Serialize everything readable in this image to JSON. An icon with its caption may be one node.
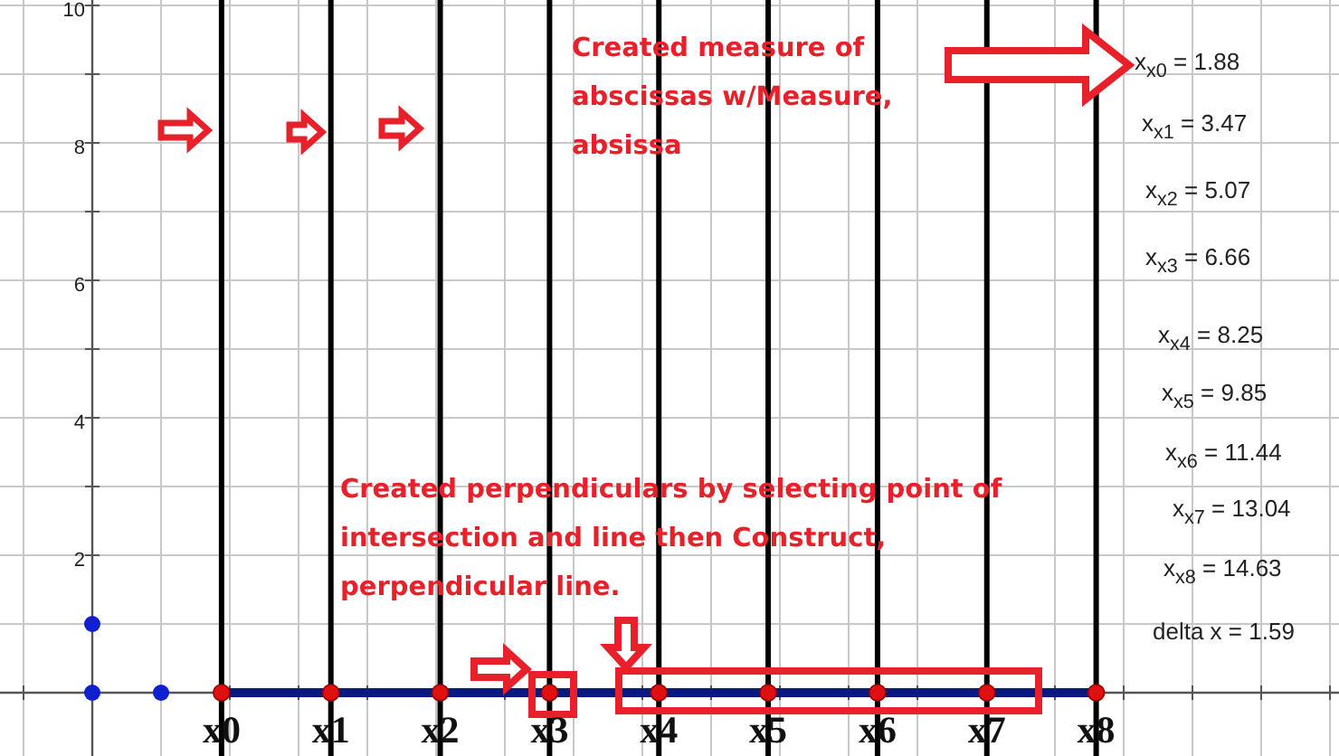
{
  "diagram": {
    "nodes": [
      {
        "text": [
          "Created measure of abscissas w/Measure, absissa"
        ]
      },
      {
        "text": [
          "x$_{x0}$ = 1.88"
        ]
      },
      {
        "text": [
          "Created perpendiculars by selecting point of intersection and line then Construct, perpendicular line."
        ]
      },
      {
        "text": [],
        "shape": "box"
      },
      {
        "text": [],
        "shape": "box"
      }
    ],
    "edges": [
      {
        "from": 0,
        "to": 1,
        "arrow": "to"
      },
      {
        "from": 2,
        "to": 3,
        "arrow": "to"
      },
      {
        "from": 2,
        "to": 4,
        "arrow": "to"
      }
    ],
    "labels": [
      "10",
      "8",
      "6",
      "4",
      "2",
      "x$_{x1}$ = 3.47",
      "x$_{x2}$ = 5.07",
      "x$_{x3}$ = 6.66",
      "x$_{x4}$ = 8.25",
      "x$_{x5}$ = 9.85",
      "x$_{x6}$ = 11.44",
      "x$_{x7}$ = 13.04",
      "x$_{x8}$ = 14.63",
      "delta x = 1.59",
      "x0",
      "x1",
      "x2",
      "x3",
      "x4",
      "x5",
      "x6",
      "x7",
      "x8"
    ]
  }
}
